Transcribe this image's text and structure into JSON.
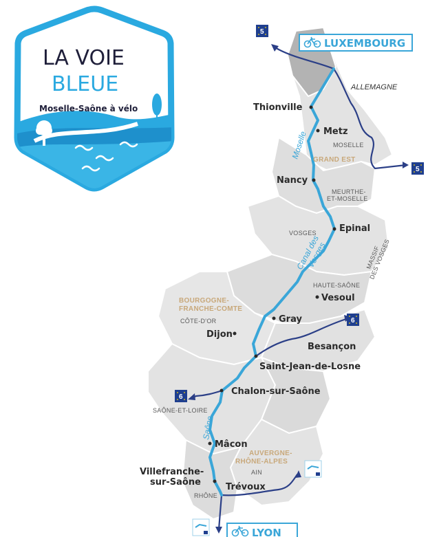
{
  "logo": {
    "title_line1": "LA VOIE",
    "title_line2": "BLEUE",
    "subtitle": "Moselle-Saône à vélo"
  },
  "endpoints": {
    "north": "LUXEMBOURG",
    "south": "LYON"
  },
  "countries": {
    "germany": "ALLEMAGNE"
  },
  "cities": {
    "thionville": "Thionville",
    "metz": "Metz",
    "nancy": "Nancy",
    "epinal": "Epinal",
    "vesoul": "Vesoul",
    "gray": "Gray",
    "dijon": "Dijon",
    "besancon": "Besançon",
    "saint_jean": "Saint-Jean-de-Losne",
    "chalon": "Chalon-sur-Saône",
    "macon": "Mâcon",
    "villefranche_1": "Villefranche-",
    "villefranche_2": "sur-Saône",
    "trevoux": "Trévoux"
  },
  "regions": {
    "grand_est": "GRAND EST",
    "bfc_1": "BOURGOGNE-",
    "bfc_2": "FRANCHE-COMTE",
    "ara_1": "AUVERGNE-",
    "ara_2": "RHÔNE-ALPES"
  },
  "departments": {
    "moselle": "MOSELLE",
    "mm_1": "MEURTHE-",
    "mm_2": "ET-MOSELLE",
    "vosges": "VOSGES",
    "massif_1": "MASSIF",
    "massif_2": "DES VOSGES",
    "haute_saone": "HAUTE-SAÔNE",
    "cote_dor": "CÔTE-D'OR",
    "saone_et_loire": "SAÔNE-ET-LOIRE",
    "ain": "AIN",
    "rhone": "RHÔNE"
  },
  "waterways": {
    "moselle": "Moselle",
    "canal_1": "Canal des",
    "canal_2": "Vosges",
    "saone": "Saône"
  },
  "eurovelo": {
    "ev5_north": "5",
    "ev5_east": "5",
    "ev6_east": "6",
    "ev6_west": "6"
  },
  "colors": {
    "route": "#3aa6d8",
    "connector": "#2b3f87",
    "land": "#e4e4e4",
    "border": "#ffffff",
    "luxembourg": "#b3b3b3"
  }
}
